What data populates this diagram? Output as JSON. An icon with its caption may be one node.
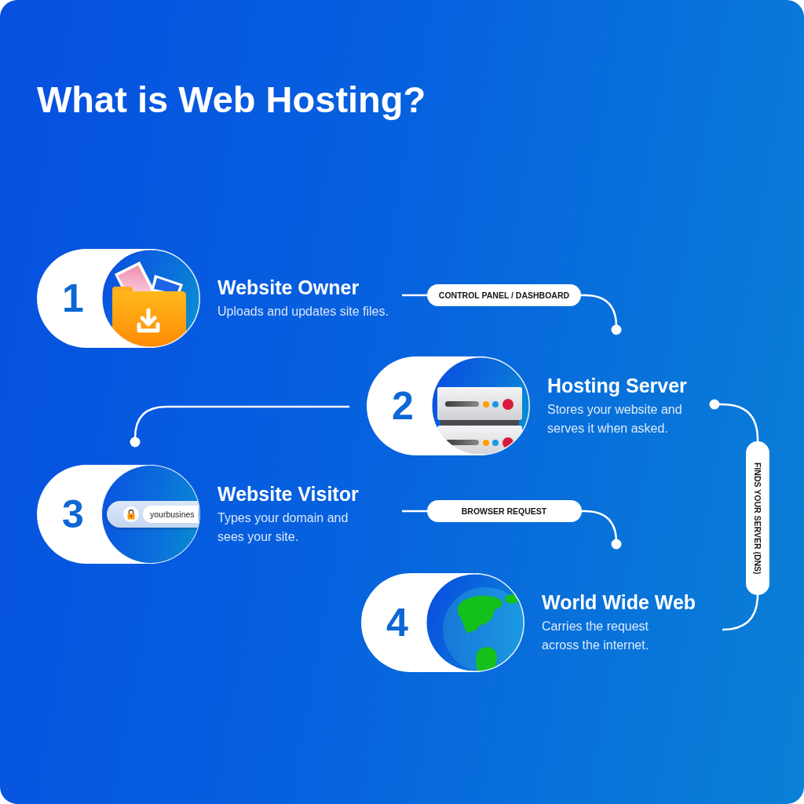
{
  "diagram": {
    "title": "What is Web Hosting?",
    "nodes": [
      {
        "text": [
          "1",
          "Website Owner",
          "Uploads and updates site files."
        ]
      },
      {
        "text": [
          "2",
          "Hosting Server",
          "Stores your website and serves it when asked."
        ]
      },
      {
        "text": [
          "3",
          "Website Visitor",
          "Types your domain and sees your site."
        ]
      },
      {
        "text": [
          "4",
          "World Wide Web",
          "Carries the request across the internet."
        ]
      }
    ],
    "edges": [
      {
        "from": 0,
        "to": 1,
        "arrow": "other",
        "label": "CONTROL PANEL / DASHBOARD"
      },
      {
        "from": 1,
        "to": 2,
        "arrow": "other"
      },
      {
        "from": 2,
        "to": 3,
        "arrow": "other",
        "label": "BROWSER REQUEST"
      },
      {
        "from": 3,
        "to": 1,
        "arrow": "other",
        "label": "FINDS YOUR SERVER (DNS)"
      }
    ],
    "labels": [
      "yourbusines"
    ]
  }
}
